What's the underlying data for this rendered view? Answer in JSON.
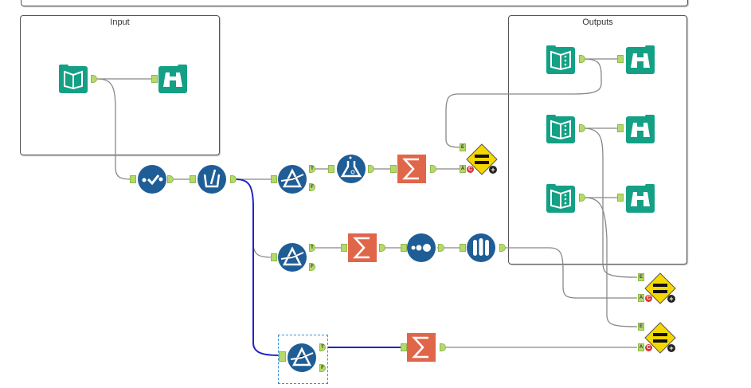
{
  "containers": [
    {
      "id": "top",
      "title": ""
    },
    {
      "id": "input",
      "title": "Input"
    },
    {
      "id": "outputs",
      "title": "Outputs"
    }
  ],
  "tools": [
    {
      "id": "input-data",
      "type": "input-data-icon",
      "container": "Input"
    },
    {
      "id": "browse-1",
      "type": "browse-icon",
      "container": "Input"
    },
    {
      "id": "select",
      "type": "select-icon"
    },
    {
      "id": "data-cleansing",
      "type": "data-cleansing-icon"
    },
    {
      "id": "filter-1",
      "type": "filter-icon",
      "anchors": [
        "T",
        "F"
      ]
    },
    {
      "id": "formula",
      "type": "formula-icon"
    },
    {
      "id": "summarize-1",
      "type": "summarize-icon"
    },
    {
      "id": "test-1",
      "type": "test-icon",
      "anchors": [
        "E",
        "A"
      ]
    },
    {
      "id": "filter-2",
      "type": "filter-icon",
      "anchors": [
        "T",
        "F"
      ]
    },
    {
      "id": "summarize-2",
      "type": "summarize-icon"
    },
    {
      "id": "sample",
      "type": "sample-icon"
    },
    {
      "id": "sort",
      "type": "sort-icon"
    },
    {
      "id": "filter-3",
      "type": "filter-icon",
      "anchors": [
        "T",
        "F"
      ],
      "selected": true
    },
    {
      "id": "summarize-3",
      "type": "summarize-icon"
    },
    {
      "id": "output-1",
      "type": "text-input-icon",
      "container": "Outputs"
    },
    {
      "id": "browse-2",
      "type": "browse-icon",
      "container": "Outputs"
    },
    {
      "id": "output-2",
      "type": "text-input-icon",
      "container": "Outputs"
    },
    {
      "id": "browse-3",
      "type": "browse-icon",
      "container": "Outputs"
    },
    {
      "id": "output-3",
      "type": "text-input-icon",
      "container": "Outputs"
    },
    {
      "id": "browse-4",
      "type": "browse-icon",
      "container": "Outputs"
    },
    {
      "id": "test-2",
      "type": "test-icon",
      "anchors": [
        "E",
        "A"
      ]
    },
    {
      "id": "test-3",
      "type": "test-icon",
      "anchors": [
        "E",
        "A"
      ]
    }
  ],
  "anchor_labels": {
    "true": "T",
    "false": "F",
    "expected": "E",
    "actual": "A"
  },
  "colors": {
    "teal": "#14a085",
    "blue": "#1f5d96",
    "orange": "#e0664a",
    "yellow": "#f5d800",
    "anchor": "#b5d96b",
    "wire": "#888888",
    "wire_selected": "#2222cc",
    "selection": "#3a8fd9"
  }
}
